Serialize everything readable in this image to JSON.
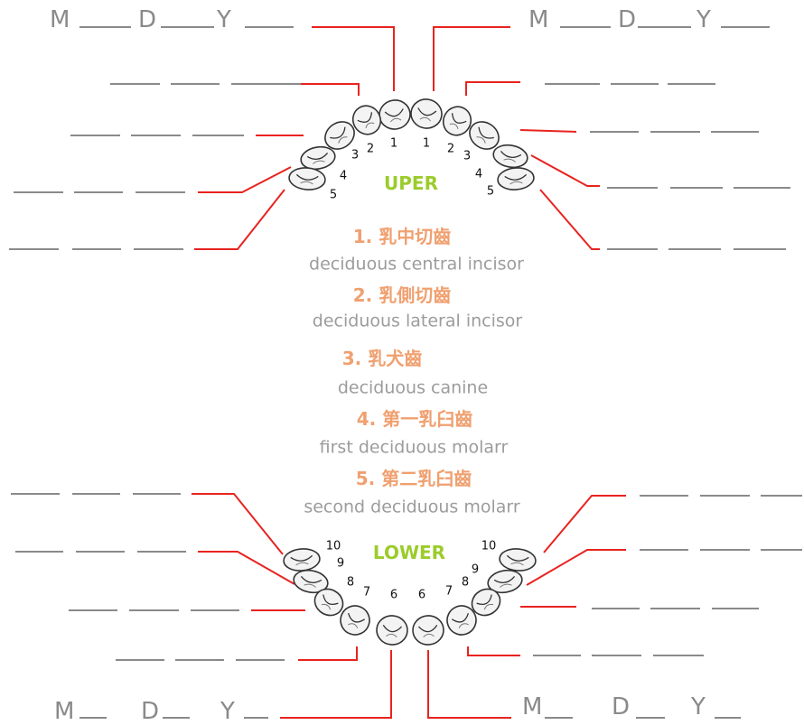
{
  "colors": {
    "leader": "#e8231f",
    "blank": "#8a8a8a",
    "jaw_label": "#9bcc2b",
    "chinese_label": "#f0a070",
    "english_label": "#9c9c9c",
    "tooth_outline": "#333333"
  },
  "date_prompts": {
    "top_left": {
      "m": "M",
      "d": "D",
      "y": "Y"
    },
    "top_right": {
      "m": "M",
      "d": "D",
      "y": "Y"
    },
    "bottom_left": {
      "m": "M",
      "d": "D",
      "y": "Y"
    },
    "bottom_right": {
      "m": "M",
      "d": "D",
      "y": "Y"
    }
  },
  "upper": {
    "label": "UPER",
    "numbers_left": [
      "1",
      "2",
      "3",
      "4",
      "5"
    ],
    "numbers_right": [
      "1",
      "2",
      "3",
      "4",
      "5"
    ]
  },
  "lower": {
    "label": "LOWER",
    "numbers_left": [
      "6",
      "7",
      "8",
      "9",
      "10"
    ],
    "numbers_right": [
      "6",
      "7",
      "8",
      "9",
      "10"
    ]
  },
  "legend": [
    {
      "number": "1.",
      "chinese": "乳中切齒",
      "english": "deciduous central incisor"
    },
    {
      "number": "2.",
      "chinese": "乳側切齒",
      "english": "deciduous lateral incisor"
    },
    {
      "number": "3.",
      "chinese": "乳犬齒",
      "english": "deciduous canine"
    },
    {
      "number": "4.",
      "chinese": "第一乳臼齒",
      "english": "first deciduous molarr"
    },
    {
      "number": "5.",
      "chinese": "第二乳臼齒",
      "english": "second deciduous molarr"
    }
  ]
}
